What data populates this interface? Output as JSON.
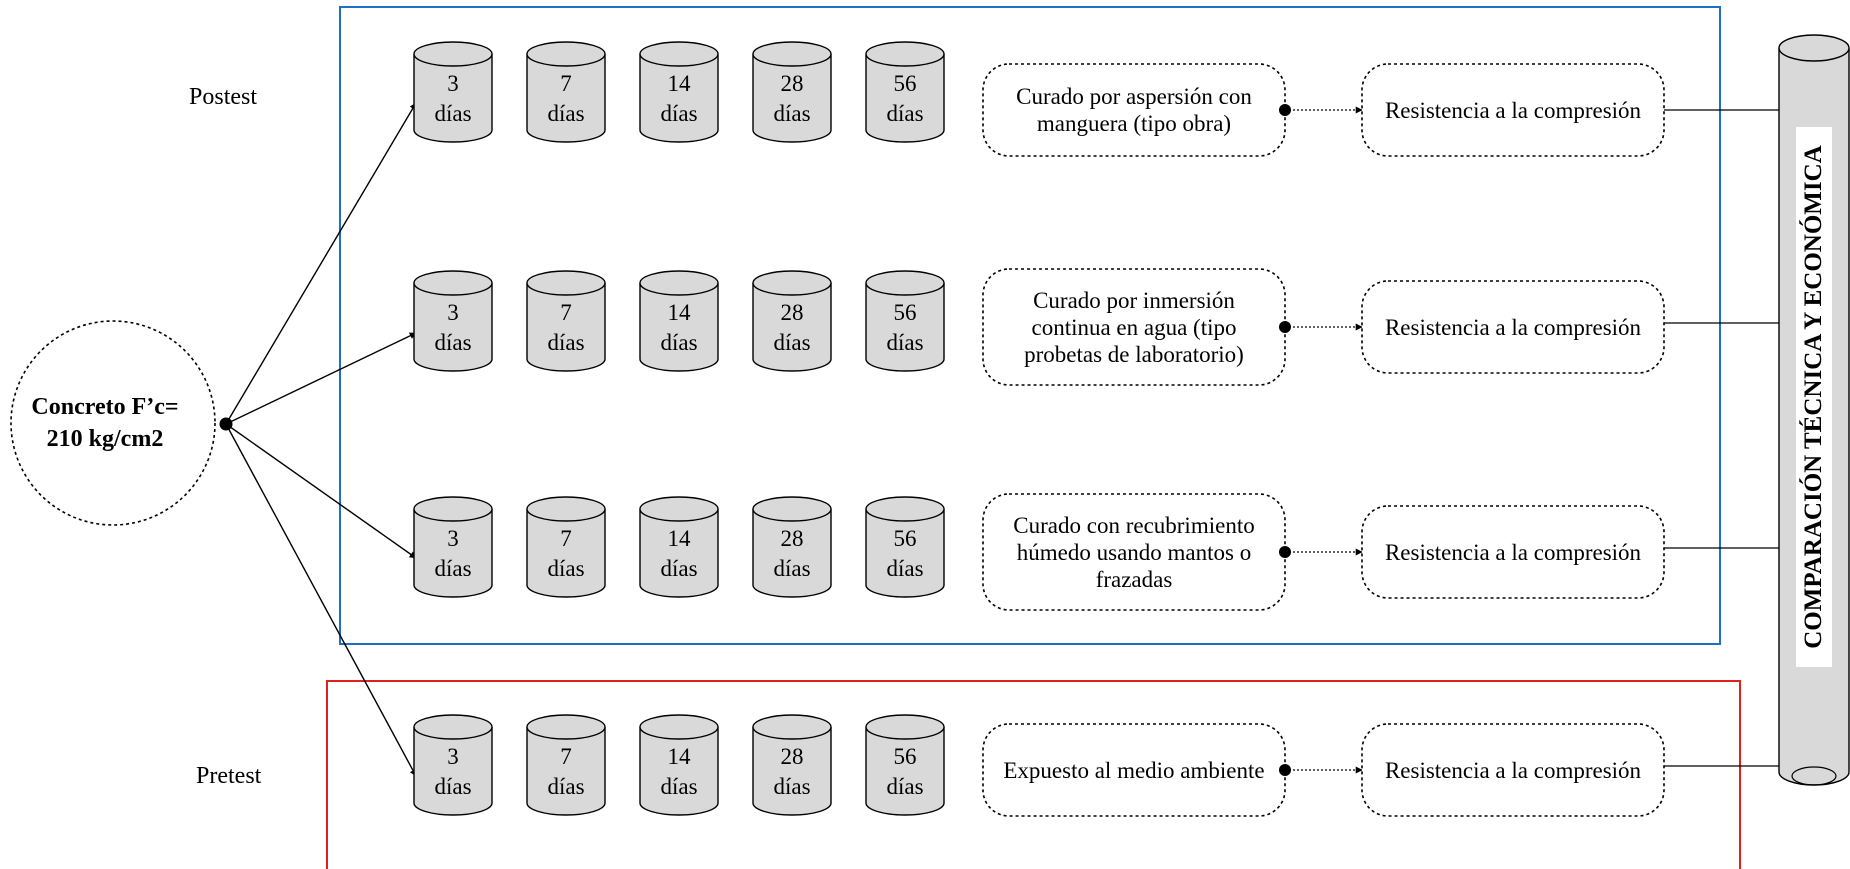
{
  "group_labels": {
    "postest": "Postest",
    "pretest": "Pretest"
  },
  "center": {
    "line1": "Concreto F’c=",
    "line2": "210 kg/cm2"
  },
  "ages": [
    {
      "num": "3",
      "unit": "días"
    },
    {
      "num": "7",
      "unit": "días"
    },
    {
      "num": "14",
      "unit": "días"
    },
    {
      "num": "28",
      "unit": "días"
    },
    {
      "num": "56",
      "unit": "días"
    }
  ],
  "rows": [
    {
      "group": "postest",
      "process": "Curado por aspersión con manguera (tipo obra)",
      "result": "Resistencia a la compresión"
    },
    {
      "group": "postest",
      "process": "Curado por inmersión continua en agua (tipo probetas de laboratorio)",
      "result": "Resistencia a la compresión"
    },
    {
      "group": "postest",
      "process": "Curado con recubrimiento húmedo usando mantos o frazadas",
      "result": "Resistencia a la compresión"
    },
    {
      "group": "pretest",
      "process": "Expuesto al medio ambiente",
      "result": "Resistencia a la compresión"
    }
  ],
  "comparison_title": "COMPARACIÓN TÉCNICA Y ECONÓMICA",
  "colors": {
    "postest_frame": "#1f6fc5",
    "pretest_frame": "#e0201b",
    "cylinder_fill": "#d9d9d9",
    "column_fill": "#d9d9d9",
    "line": "#000000"
  }
}
